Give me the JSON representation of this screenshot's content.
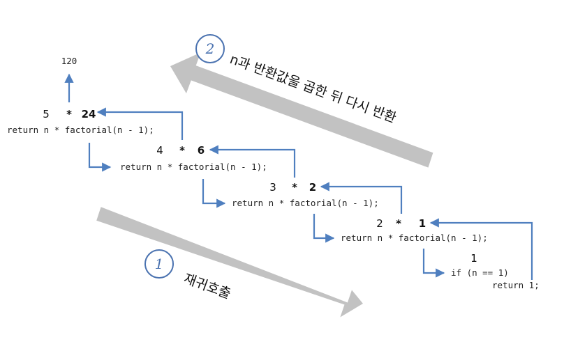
{
  "diagram": {
    "result": "120",
    "levels": [
      {
        "n": "5",
        "op": "*",
        "value": "24",
        "code": "return n * factorial(n - 1);"
      },
      {
        "n": "4",
        "op": "*",
        "value": "6",
        "code": "return n * factorial(n - 1);"
      },
      {
        "n": "3",
        "op": "*",
        "value": "2",
        "code": "return n * factorial(n - 1);"
      },
      {
        "n": "2",
        "op": "*",
        "value": "1",
        "code": "return n * factorial(n - 1);"
      }
    ],
    "base": {
      "value": "1",
      "condition": "if (n == 1)",
      "ret": "return 1;"
    },
    "step1": {
      "number": "1",
      "label": "재귀호출"
    },
    "step2": {
      "number": "2",
      "label": "n과 반환값을 곱한 뒤 다시 반환"
    },
    "colors": {
      "connector": "#4f7fbf",
      "band": "#c2c2c2",
      "circle": "#4a72b0"
    }
  }
}
